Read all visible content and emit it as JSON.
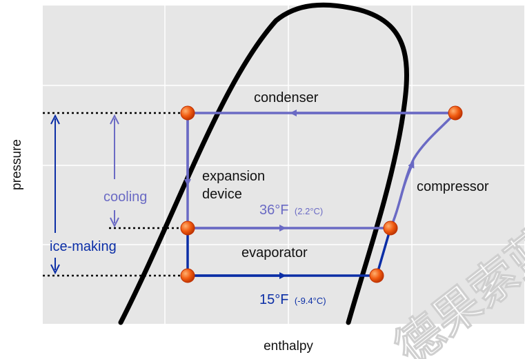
{
  "diagram": {
    "axis_x_label": "enthalpy",
    "axis_y_label": "pressure",
    "labels": {
      "condenser": "condenser",
      "expansion_line1": "expansion",
      "expansion_line2": "device",
      "compressor": "compressor",
      "evaporator": "evaporator",
      "cooling": "cooling",
      "ice_making": "ice-making",
      "temp_cooling_main": "36°F",
      "temp_cooling_sub": "(2.2°C)",
      "temp_ice_main": "15°F",
      "temp_ice_sub": "(-9.4°C)"
    },
    "watermark": "德果索蓝尔"
  },
  "colors": {
    "plot_bg": "#e6e6e6",
    "grid": "#ffffff",
    "dome": "#000000",
    "cooling_cycle": "#6a6ac4",
    "ice_cycle": "#0b2ea6",
    "dot_fill": "#f05a10",
    "dot_stroke": "#c03000"
  }
}
